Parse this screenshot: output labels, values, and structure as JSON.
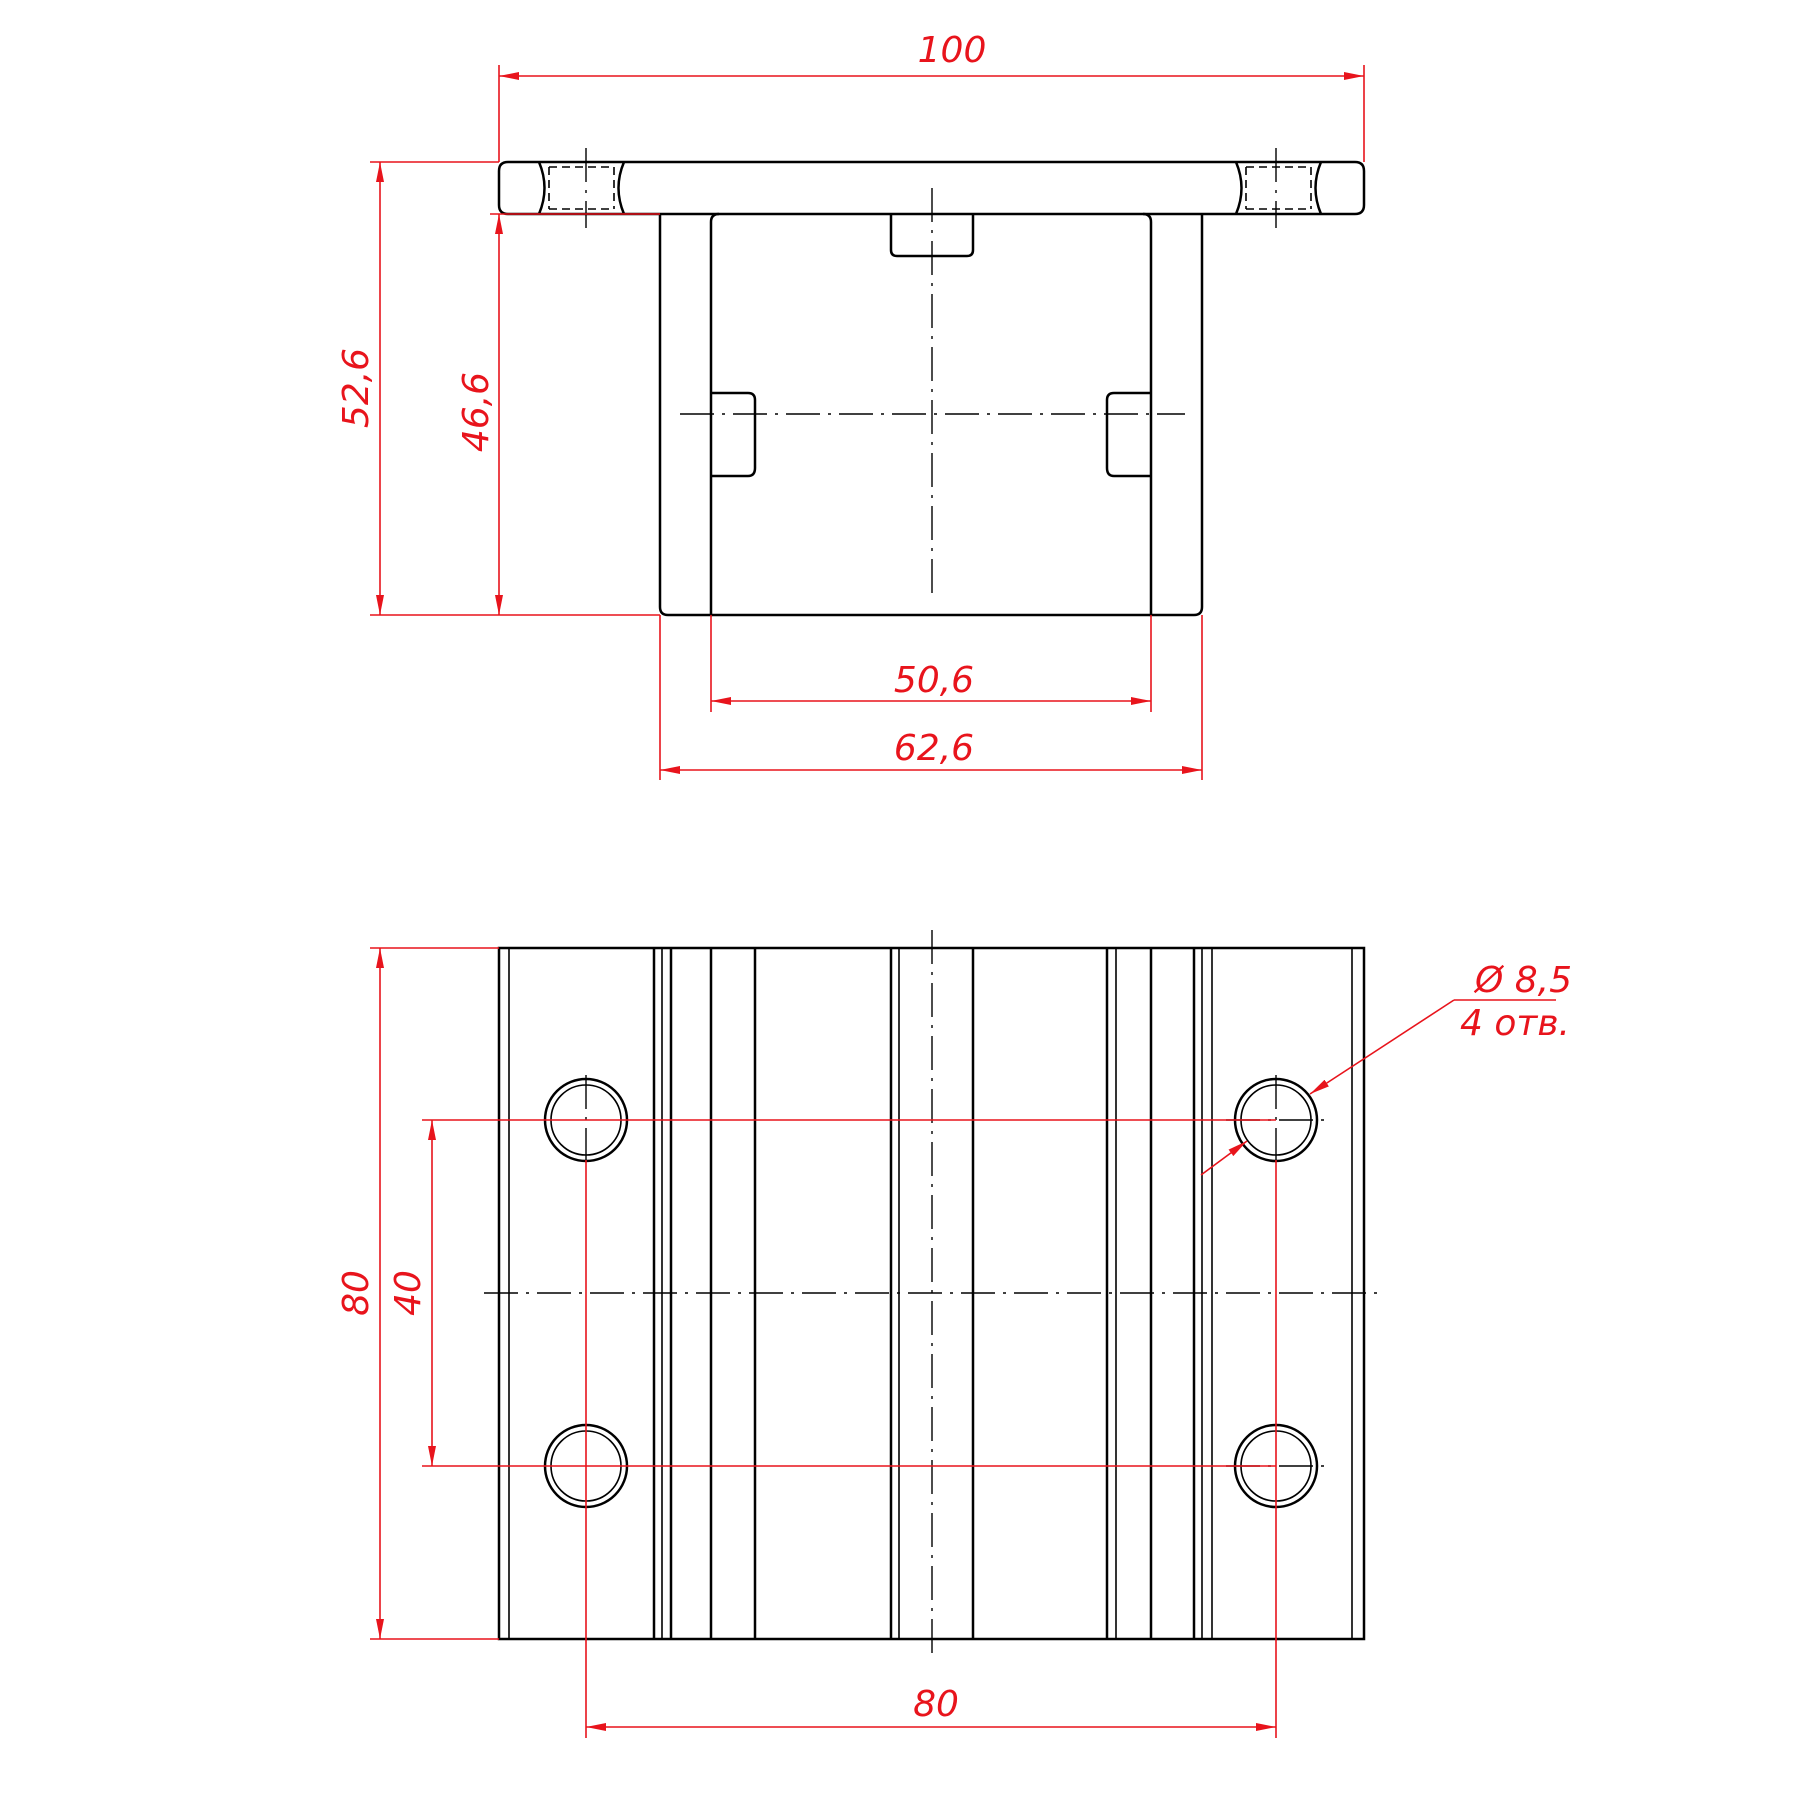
{
  "dimensions": {
    "top_width": "100",
    "total_height": "52,6",
    "body_height": "46,6",
    "inner_width": "50,6",
    "outer_width": "62,6",
    "plan_height": "80",
    "hole_spacing_vertical": "40",
    "hole_spacing_horizontal": "80",
    "hole_diameter": "Ø 8,5",
    "hole_count": "4 отв."
  },
  "colors": {
    "outline": "#000000",
    "dimension": "#e8141c"
  }
}
